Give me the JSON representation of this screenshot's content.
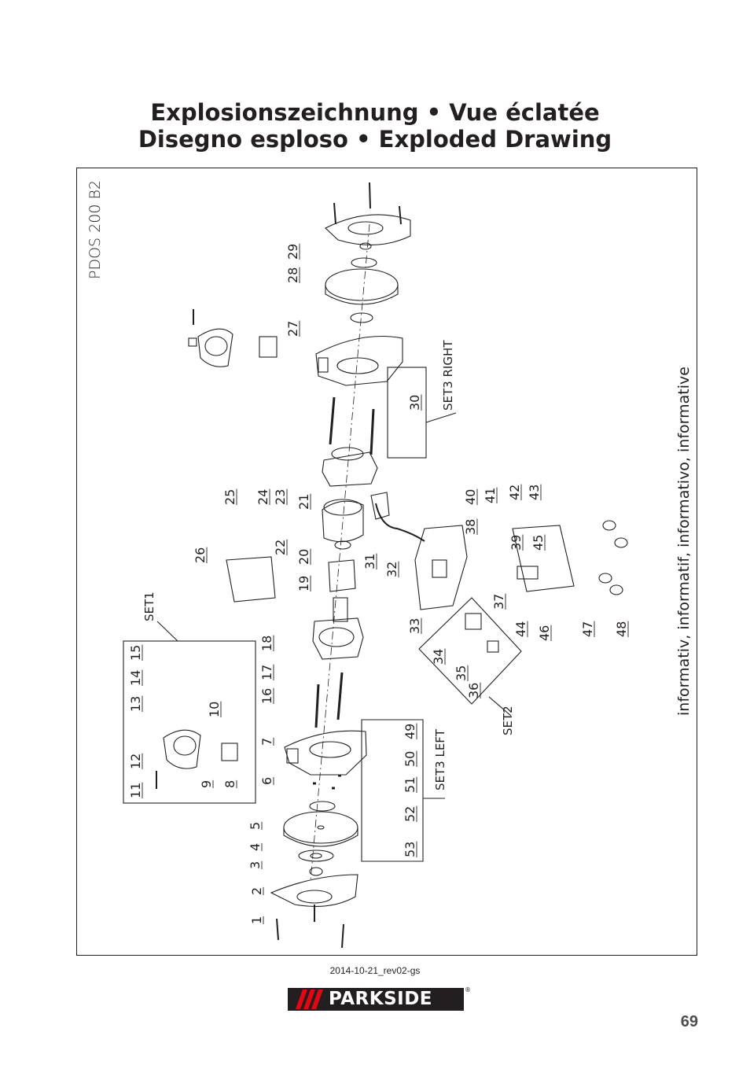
{
  "title": {
    "line1": "Explosionszeichnung • Vue éclatée",
    "line2": "Disegno esploso • Exploded Drawing"
  },
  "model": "PDOS 200 B2",
  "info_note": "informativ, informatif, informativo, informative",
  "set_labels": {
    "set1": "SET1",
    "set2": "SET2",
    "set3_left": "SET3 LEFT",
    "set3_right": "SET3 RIGHT"
  },
  "part_numbers": [
    "1",
    "2",
    "3",
    "4",
    "5",
    "6",
    "7",
    "8",
    "9",
    "10",
    "11",
    "12",
    "13",
    "14",
    "15",
    "16",
    "17",
    "18",
    "19",
    "20",
    "21",
    "22",
    "23",
    "24",
    "25",
    "26",
    "27",
    "28",
    "29",
    "30",
    "31",
    "32",
    "33",
    "34",
    "35",
    "36",
    "37",
    "38",
    "39",
    "40",
    "41",
    "42",
    "43",
    "44",
    "45",
    "46",
    "47",
    "48",
    "49",
    "50",
    "51",
    "52",
    "53"
  ],
  "revision": "2014-10-21_rev02-gs",
  "brand": "PARKSIDE",
  "page_number": "69"
}
